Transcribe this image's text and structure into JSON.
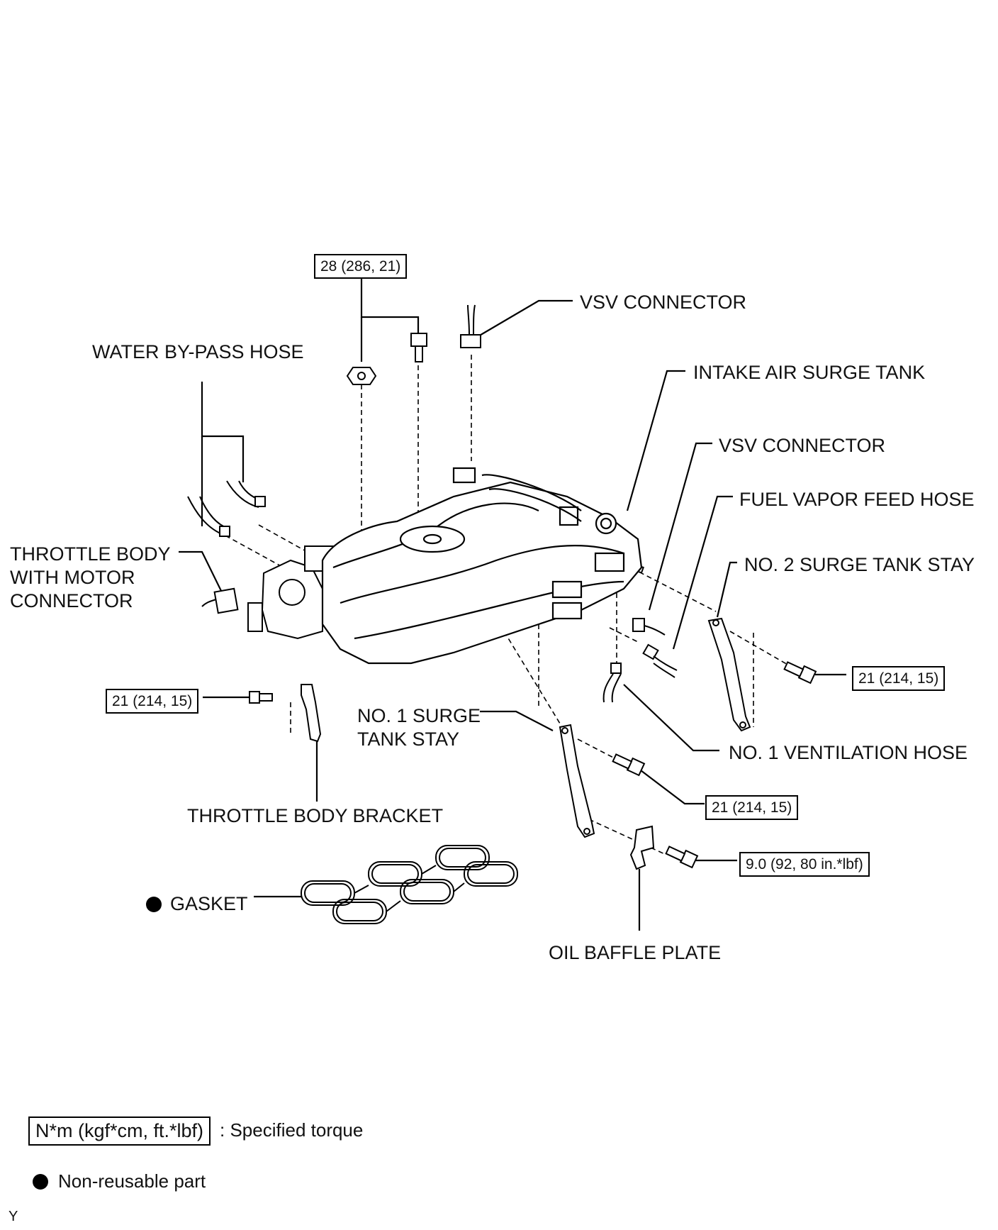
{
  "labels": {
    "vsv_connector_top": "VSV CONNECTOR",
    "water_bypass_hose": "WATER BY-PASS HOSE",
    "intake_air_surge_tank": "INTAKE AIR SURGE TANK",
    "vsv_connector_right": "VSV CONNECTOR",
    "fuel_vapor_feed_hose": "FUEL VAPOR FEED HOSE",
    "throttle_body_line1": "THROTTLE BODY",
    "throttle_body_line2": "WITH MOTOR",
    "throttle_body_line3": "CONNECTOR",
    "no2_surge_tank_stay": "NO. 2 SURGE TANK STAY",
    "no1_surge_line1": "NO. 1 SURGE",
    "no1_surge_line2": "TANK STAY",
    "no1_ventilation_hose": "NO. 1 VENTILATION HOSE",
    "throttle_body_bracket": "THROTTLE BODY BRACKET",
    "gasket": "GASKET",
    "oil_baffle_plate": "OIL BAFFLE PLATE"
  },
  "torques": {
    "top_nut": "28 (286, 21)",
    "left_bracket": "21 (214, 15)",
    "right_stay": "21 (214, 15)",
    "center_stay": "21 (214, 15)",
    "baffle": "9.0 (92, 80 in.*lbf)"
  },
  "legend": {
    "torque_box": "N*m (kgf*cm, ft.*lbf)",
    "torque_text": ": Specified torque",
    "nonreusable_text": "Non-reusable part"
  },
  "figure_code": "Y"
}
